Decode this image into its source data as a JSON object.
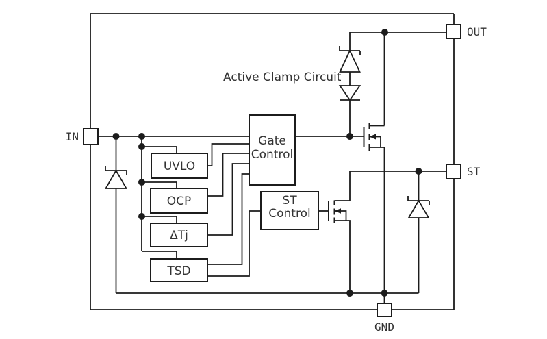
{
  "figure": {
    "kind": "ic-internal-block-diagram"
  },
  "annotations": {
    "active_clamp_label": "Active Clamp Circuit"
  },
  "pins": {
    "in": "IN",
    "out": "OUT",
    "st": "ST",
    "gnd": "GND"
  },
  "blocks": {
    "uvlo": "UVLO",
    "ocp": "OCP",
    "delta_tj": "ΔTj",
    "tsd": "TSD",
    "gate_control": [
      "Gate",
      "Control"
    ],
    "st_control": [
      "ST",
      "Control"
    ]
  },
  "colors": {
    "line": "#1c1c1c",
    "text": "#333333",
    "background": "#ffffff"
  }
}
